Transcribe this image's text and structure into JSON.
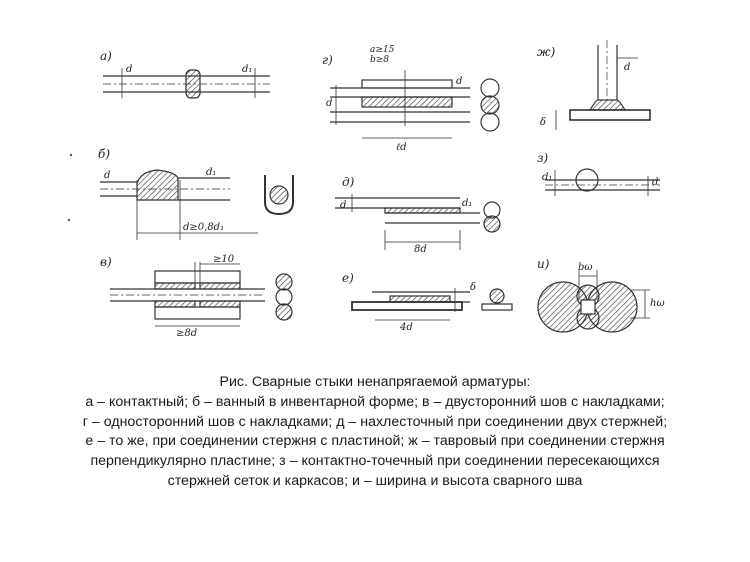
{
  "figure": {
    "panels": {
      "a": {
        "letter": "а)",
        "labels": [
          "d",
          "d₁"
        ]
      },
      "b": {
        "letter": "б)",
        "labels": [
          "d",
          "d₁"
        ],
        "note": "d≥0,8d₁"
      },
      "v": {
        "letter": "в)",
        "labels": [
          "≥10",
          "≥8d"
        ]
      },
      "g": {
        "letter": "г)",
        "labels": [
          "a≥15",
          "b≥8",
          "d",
          "d",
          "ℓd"
        ]
      },
      "d": {
        "letter": "д)",
        "labels": [
          "d",
          "d₁",
          "8d"
        ]
      },
      "e": {
        "letter": "е)",
        "labels": [
          "δ",
          "4d"
        ]
      },
      "zh": {
        "letter": "ж)",
        "labels": [
          "d",
          "δ"
        ]
      },
      "z": {
        "letter": "з)",
        "labels": [
          "d₁",
          "d"
        ]
      },
      "i": {
        "letter": "и)",
        "labels": [
          "bω",
          "hω"
        ]
      }
    }
  },
  "caption": {
    "lines": [
      "Рис. Сварные стыки ненапрягаемой арматуры:",
      "а – контактный; б – ванный в инвентарной форме; в – двусторонний шов с накладками;",
      "г – односторонний шов с накладками; д – нахлесточный при соединении двух стержней;",
      "е – то же, при соединении стержня с пластиной; ж – тавровый при соединении стержня",
      "перпендикулярно пластине; з – контактно-точечный при соединении пересекающихся",
      "стержней сеток и каркасов; и – ширина и высота сварного шва"
    ]
  }
}
